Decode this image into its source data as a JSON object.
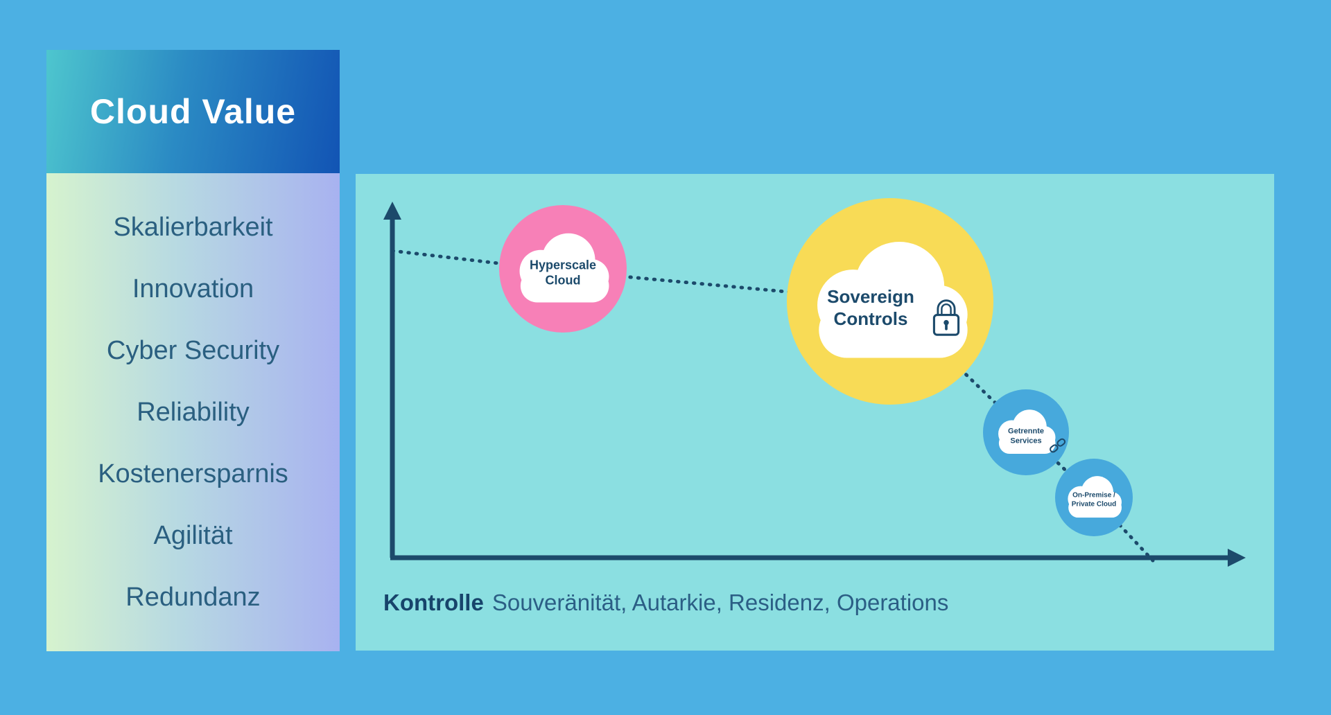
{
  "sidebar": {
    "title": "Cloud Value",
    "items": [
      "Skalierbarkeit",
      "Innovation",
      "Cyber Security",
      "Reliability",
      "Kostenersparnis",
      "Agilität",
      "Redundanz"
    ]
  },
  "chart": {
    "x_axis_label": {
      "bold": "Kontrolle",
      "rest": "Souveränität, Autarkie, Residenz, Operations"
    },
    "bubbles": [
      {
        "label": "Hyperscale Cloud",
        "color": "#F780B7",
        "size": "medium",
        "position": {
          "kontrolle": 0.2,
          "cloud_value": 0.85
        }
      },
      {
        "label": "Sovereign Controls",
        "color": "#F8DB56",
        "size": "large",
        "icon": "lock-icon",
        "position": {
          "kontrolle": 0.59,
          "cloud_value": 0.75
        }
      },
      {
        "label": "Getrennte Services",
        "color": "#47A9DC",
        "size": "small",
        "icon": "chain-icon",
        "position": {
          "kontrolle": 0.74,
          "cloud_value": 0.38
        }
      },
      {
        "label": "On-Premise / Private Cloud",
        "color": "#47A9DC",
        "size": "small",
        "position": {
          "kontrolle": 0.82,
          "cloud_value": 0.19
        }
      }
    ],
    "trend_line": "dotted, descending from y-axis through all bubbles to x-axis"
  },
  "colors": {
    "page_background": "#4CB0E3",
    "header_gradient_start": "#4EC6CE",
    "header_gradient_end": "#1254B4",
    "list_gradient_start": "#D6F3CE",
    "list_gradient_end": "#A8B2F0",
    "panel_background": "#8BDFE1",
    "axis_navy": "#1C4A6B",
    "sidebar_text": "#2A5F80",
    "bubble_pink": "#F780B7",
    "bubble_yellow": "#F8DB56",
    "bubble_blue": "#47A9DC"
  }
}
